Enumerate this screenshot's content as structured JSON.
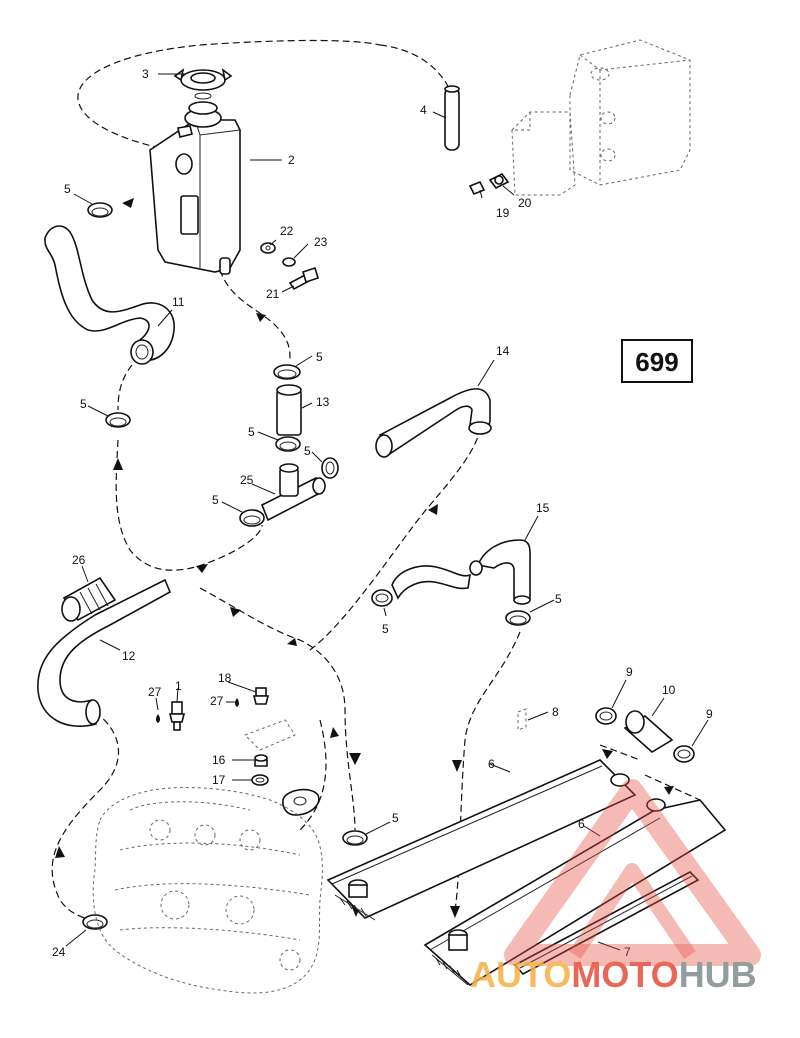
{
  "figure": {
    "number": "699"
  },
  "callouts": [
    {
      "text": "3"
    },
    {
      "text": "2"
    },
    {
      "text": "4"
    },
    {
      "text": "5"
    },
    {
      "text": "19"
    },
    {
      "text": "20"
    },
    {
      "text": "22"
    },
    {
      "text": "23"
    },
    {
      "text": "21"
    },
    {
      "text": "11"
    },
    {
      "text": "5"
    },
    {
      "text": "5"
    },
    {
      "text": "14"
    },
    {
      "text": "13"
    },
    {
      "text": "5"
    },
    {
      "text": "5"
    },
    {
      "text": "25"
    },
    {
      "text": "5"
    },
    {
      "text": "15"
    },
    {
      "text": "26"
    },
    {
      "text": "5"
    },
    {
      "text": "5"
    },
    {
      "text": "12"
    },
    {
      "text": "18"
    },
    {
      "text": "27"
    },
    {
      "text": "1"
    },
    {
      "text": "27"
    },
    {
      "text": "8"
    },
    {
      "text": "9"
    },
    {
      "text": "10"
    },
    {
      "text": "9"
    },
    {
      "text": "16"
    },
    {
      "text": "17"
    },
    {
      "text": "6"
    },
    {
      "text": "5"
    },
    {
      "text": "6"
    },
    {
      "text": "24"
    },
    {
      "text": "7"
    }
  ],
  "watermark": {
    "part1": "AUTO",
    "part2": "MOTO",
    "part3": "HUB",
    "color1": "#f5b041",
    "color2": "#e74c3c",
    "color3": "#7f8c8d"
  }
}
